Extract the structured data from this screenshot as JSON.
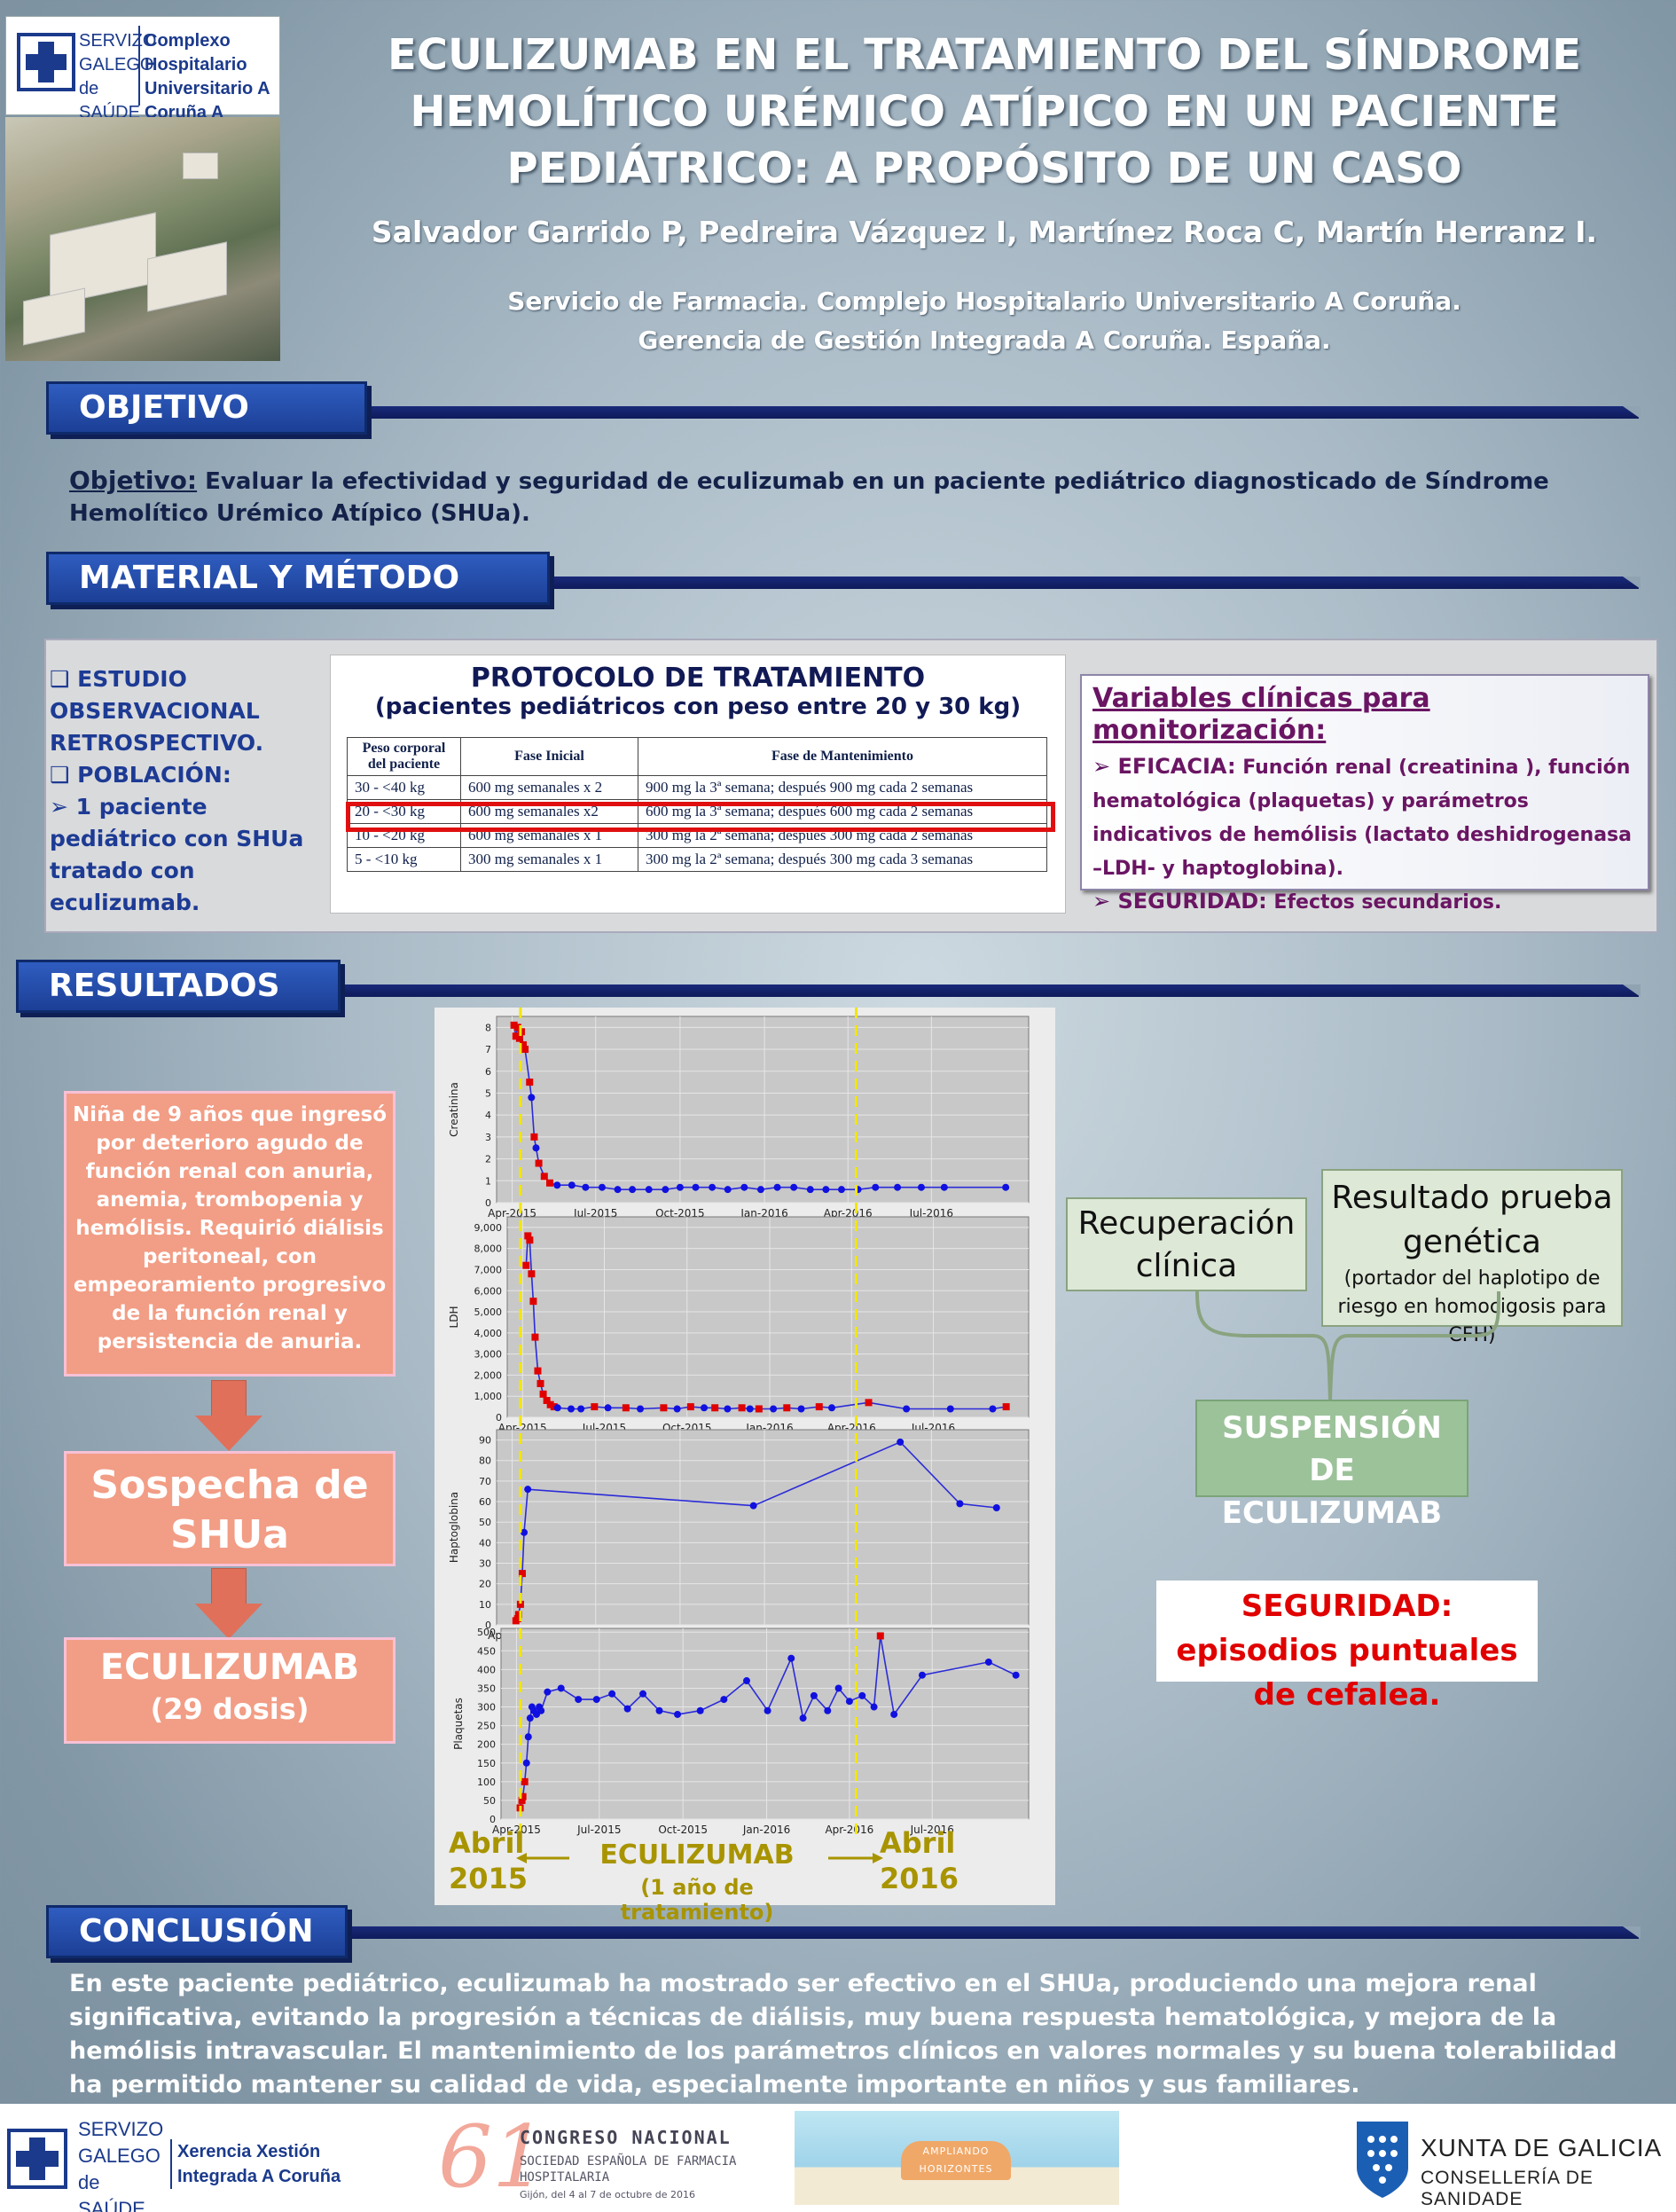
{
  "header": {
    "logo_left": "SERVIZO GALEGO de SAÚDE",
    "logo_right": "Complexo Hospitalario Universitario A Coruña A Coruña",
    "title_lines": [
      "ECULIZUMAB EN EL TRATAMIENTO DEL SÍNDROME",
      "HEMOLÍTICO URÉMICO ATÍPICO EN UN PACIENTE",
      "PEDIÁTRICO: A PROPÓSITO DE UN CASO"
    ],
    "authors": "Salvador Garrido P, Pedreira Vázquez I, Martínez Roca C, Martín Herranz I.",
    "affiliation_lines": [
      "Servicio de Farmacia. Complejo Hospitalario Universitario A Coruña.",
      "Gerencia de Gestión Integrada A Coruña. España."
    ]
  },
  "sections": {
    "objetivo": "OBJETIVO",
    "material": "MATERIAL Y MÉTODO",
    "resultados": "RESULTADOS",
    "conclusion": "CONCLUSIÓN"
  },
  "objetivo": {
    "label": "Objetivo:",
    "text": " Evaluar la efectividad y seguridad de eculizumab en un paciente pediátrico diagnosticado de Síndrome Hemolítico Urémico Atípico (SHUa)."
  },
  "material": {
    "left_items": [
      "❑ ESTUDIO OBSERVACIONAL RETROSPECTIVO.",
      "❑ POBLACIÓN:",
      "➢ 1 paciente pediátrico con SHUa tratado con eculizumab."
    ],
    "protocol_title": "PROTOCOLO DE TRATAMIENTO",
    "protocol_sub": "(pacientes pediátricos con peso entre 20 y 30 kg)",
    "protocol_headers": [
      "Peso corporal del paciente",
      "Fase Inicial",
      "Fase de Mantenimiento"
    ],
    "protocol_rows": [
      [
        "30 - <40 kg",
        "600 mg semanales x 2",
        "900 mg la 3ª semana; después 900 mg cada 2 semanas"
      ],
      [
        "20 - <30 kg",
        "600 mg semanales x2",
        "600 mg la 3ª semana; después 600 mg cada 2 semanas"
      ],
      [
        "10 - <20 kg",
        "600 mg semanales x 1",
        "300 mg la 2ª semana; después 300 mg cada 2 semanas"
      ],
      [
        "5 - <10 kg",
        "300 mg semanales x 1",
        "300 mg la 2ª semana; después 300 mg cada 3 semanas"
      ]
    ],
    "vars_title": "Variables clínicas para monitorización:",
    "efficacy_label": "EFICACIA:",
    "efficacy_text": " Función renal (creatinina ), función hematológica (plaquetas) y parámetros indicativos de hemólisis (lactato deshidrogenasa –LDH- y haptoglobina).",
    "safety_label": "SEGURIDAD:",
    "safety_text": " Efectos secundarios."
  },
  "results": {
    "case_text": "Niña de 9 años que ingresó por deterioro agudo de función renal con anuria, anemia, trombopenia y hemólisis. Requirió diálisis peritoneal, con empeoramiento progresivo de la función renal y persistencia de anuria.",
    "sospecha": "Sospecha de SHUa",
    "eculizumab": "ECULIZUMAB",
    "doses": "(29 dosis)",
    "recuperacion": "Recuperación clínica",
    "genetic_title": "Resultado prueba genética",
    "genetic_sub": "(portador del haplotipo de riesgo en homocigosis para CFH)",
    "suspension": "SUSPENSIÓN DE ECULIZUMAB",
    "seguridad": "SEGURIDAD: episodios puntuales de cefalea.",
    "timeline_start": "Abril 2015",
    "timeline_end": "Abril 2016",
    "timeline_label": "ECULIZUMAB",
    "timeline_sub": "(1 año de tratamiento)"
  },
  "conclusion": "En este paciente pediátrico, eculizumab ha mostrado ser efectivo en el SHUa, produciendo una mejora renal significativa, evitando la progresión a técnicas de diálisis, muy buena respuesta hematológica, y mejora de la hemólisis intravascular. El mantenimiento de los parámetros clínicos en valores normales y su buena tolerabilidad ha permitido mantener su calidad de vida, especialmente importante en niños y sus familiares.",
  "footer": {
    "sergas": "SERVIZO GALEGO de SAÚDE",
    "xerencia": "Xerencia Xestión Integrada A Coruña",
    "congress_num": "61",
    "congress_title": "CONGRESO NACIONAL",
    "congress_sub": "SOCIEDAD ESPAÑOLA DE FARMACIA HOSPITALARIA",
    "congress_date": "Gijón, del 4 al 7 de octubre de 2016",
    "ampliando": "AMPLIANDO HORIZONTES",
    "xunta": "XUNTA DE GALICIA",
    "conselleria": "CONSELLERÍA DE SANIDADE"
  },
  "chart_data": [
    {
      "type": "line",
      "ylabel": "Creatinina",
      "ylim": [
        0,
        8.5
      ],
      "yticks": [
        0,
        1,
        2,
        3,
        4,
        5,
        6,
        7,
        8
      ],
      "xticks": [
        "Apr-2015",
        "Jul-2015",
        "Oct-2015",
        "Jan-2016",
        "Apr-2016",
        "Jul-2016"
      ],
      "series": [
        {
          "color": "#e00000",
          "marker": "square",
          "points": [
            [
              "2015-04-03",
              8.1
            ],
            [
              "2015-04-05",
              7.6
            ],
            [
              "2015-04-07",
              8.0
            ],
            [
              "2015-04-09",
              7.5
            ],
            [
              "2015-04-11",
              7.8
            ],
            [
              "2015-04-13",
              7.2
            ],
            [
              "2015-04-15",
              7.0
            ],
            [
              "2015-04-20",
              5.5
            ],
            [
              "2015-04-25",
              3.0
            ],
            [
              "2015-04-30",
              1.8
            ],
            [
              "2015-05-06",
              1.2
            ],
            [
              "2015-05-12",
              0.9
            ]
          ]
        },
        {
          "color": "#1010e0",
          "marker": "circle",
          "points": [
            [
              "2015-04-22",
              4.8
            ],
            [
              "2015-04-27",
              2.5
            ],
            [
              "2015-05-20",
              0.8
            ],
            [
              "2015-06-05",
              0.8
            ],
            [
              "2015-06-20",
              0.7
            ],
            [
              "2015-07-08",
              0.7
            ],
            [
              "2015-07-25",
              0.6
            ],
            [
              "2015-08-10",
              0.6
            ],
            [
              "2015-08-28",
              0.6
            ],
            [
              "2015-09-15",
              0.6
            ],
            [
              "2015-10-01",
              0.7
            ],
            [
              "2015-10-18",
              0.7
            ],
            [
              "2015-11-05",
              0.7
            ],
            [
              "2015-11-22",
              0.6
            ],
            [
              "2015-12-10",
              0.7
            ],
            [
              "2015-12-28",
              0.6
            ],
            [
              "2016-01-15",
              0.7
            ],
            [
              "2016-02-02",
              0.7
            ],
            [
              "2016-02-20",
              0.6
            ],
            [
              "2016-03-08",
              0.6
            ],
            [
              "2016-03-25",
              0.6
            ],
            [
              "2016-04-12",
              0.6
            ],
            [
              "2016-05-01",
              0.7
            ],
            [
              "2016-05-25",
              0.7
            ],
            [
              "2016-06-20",
              0.7
            ],
            [
              "2016-07-15",
              0.7
            ],
            [
              "2016-09-20",
              0.7
            ]
          ]
        }
      ]
    },
    {
      "type": "line",
      "ylabel": "LDH",
      "ylim": [
        0,
        9500
      ],
      "yticks": [
        0,
        1000,
        2000,
        3000,
        4000,
        5000,
        6000,
        7000,
        8000,
        9000
      ],
      "yticklabels": [
        "0",
        "1,000",
        "2,000",
        "3,000",
        "4,000",
        "5,000",
        "6,000",
        "7,000",
        "8,000",
        "9,000"
      ],
      "xticks": [
        "Apr-2015",
        "Jul-2015",
        "Oct-2015",
        "Jan-2016",
        "Apr-2016",
        "Jul-2016"
      ],
      "series": [
        {
          "color": "#e00000",
          "marker": "square",
          "points": [
            [
              "2015-04-05",
              7200
            ],
            [
              "2015-04-07",
              8600
            ],
            [
              "2015-04-09",
              8400
            ],
            [
              "2015-04-11",
              6800
            ],
            [
              "2015-04-13",
              5500
            ],
            [
              "2015-04-15",
              3800
            ],
            [
              "2015-04-18",
              2200
            ],
            [
              "2015-04-21",
              1600
            ],
            [
              "2015-04-24",
              1100
            ],
            [
              "2015-04-28",
              800
            ],
            [
              "2015-05-02",
              600
            ],
            [
              "2015-05-06",
              500
            ],
            [
              "2015-06-20",
              500
            ],
            [
              "2015-07-25",
              450
            ],
            [
              "2015-09-05",
              450
            ],
            [
              "2015-10-05",
              500
            ],
            [
              "2015-11-01",
              450
            ],
            [
              "2015-12-01",
              450
            ],
            [
              "2015-12-20",
              400
            ],
            [
              "2016-01-20",
              450
            ],
            [
              "2016-02-25",
              500
            ],
            [
              "2016-04-20",
              700
            ],
            [
              "2016-09-20",
              500
            ]
          ]
        },
        {
          "color": "#1010e0",
          "marker": "circle",
          "points": [
            [
              "2015-05-10",
              450
            ],
            [
              "2015-05-25",
              400
            ],
            [
              "2015-06-05",
              400
            ],
            [
              "2015-07-05",
              450
            ],
            [
              "2015-08-10",
              400
            ],
            [
              "2015-09-20",
              400
            ],
            [
              "2015-10-20",
              450
            ],
            [
              "2015-11-15",
              400
            ],
            [
              "2015-12-10",
              400
            ],
            [
              "2016-01-05",
              400
            ],
            [
              "2016-02-05",
              400
            ],
            [
              "2016-03-10",
              450
            ],
            [
              "2016-06-01",
              400
            ],
            [
              "2016-07-20",
              400
            ],
            [
              "2016-09-05",
              400
            ]
          ]
        }
      ]
    },
    {
      "type": "line",
      "ylabel": "Haptoglobina",
      "ylim": [
        0,
        95
      ],
      "yticks": [
        0,
        10,
        20,
        30,
        40,
        50,
        60,
        70,
        80,
        90
      ],
      "xticks": [
        "Apr-2015",
        "Jul-2015",
        "Oct-2015",
        "Jan-2016",
        "Apr-2016",
        "Jul-2016"
      ],
      "series": [
        {
          "color": "#e00000",
          "marker": "square",
          "points": [
            [
              "2015-04-05",
              2
            ],
            [
              "2015-04-07",
              3
            ],
            [
              "2015-04-08",
              5
            ],
            [
              "2015-04-10",
              10
            ],
            [
              "2015-04-12",
              25
            ]
          ]
        },
        {
          "color": "#1010e0",
          "marker": "circle",
          "points": [
            [
              "2015-04-14",
              45
            ],
            [
              "2015-04-18",
              66
            ],
            [
              "2015-12-20",
              58
            ],
            [
              "2016-05-28",
              89
            ],
            [
              "2016-08-01",
              59
            ],
            [
              "2016-09-10",
              57
            ]
          ]
        }
      ]
    },
    {
      "type": "line",
      "ylabel": "Plaquetas",
      "ylim": [
        0,
        510
      ],
      "yticks": [
        0,
        50,
        100,
        150,
        200,
        250,
        300,
        350,
        400,
        450,
        500
      ],
      "xticks": [
        "Apr-2015",
        "Jul-2015",
        "Oct-2015",
        "Jan-2016",
        "Apr-2016",
        "Jul-2016"
      ],
      "series": [
        {
          "color": "#e00000",
          "marker": "square",
          "points": [
            [
              "2015-04-05",
              30
            ],
            [
              "2015-04-07",
              50
            ],
            [
              "2015-04-08",
              60
            ],
            [
              "2015-04-10",
              100
            ],
            [
              "2016-05-05",
              490
            ]
          ]
        },
        {
          "color": "#1010e0",
          "marker": "circle",
          "points": [
            [
              "2015-04-12",
              150
            ],
            [
              "2015-04-14",
              220
            ],
            [
              "2015-04-16",
              270
            ],
            [
              "2015-04-18",
              300
            ],
            [
              "2015-04-20",
              290
            ],
            [
              "2015-04-23",
              280
            ],
            [
              "2015-04-26",
              300
            ],
            [
              "2015-04-28",
              290
            ],
            [
              "2015-05-05",
              340
            ],
            [
              "2015-05-20",
              350
            ],
            [
              "2015-06-08",
              320
            ],
            [
              "2015-06-28",
              320
            ],
            [
              "2015-07-15",
              335
            ],
            [
              "2015-08-01",
              295
            ],
            [
              "2015-08-18",
              335
            ],
            [
              "2015-09-05",
              290
            ],
            [
              "2015-09-25",
              280
            ],
            [
              "2015-10-20",
              290
            ],
            [
              "2015-11-15",
              320
            ],
            [
              "2015-12-10",
              370
            ],
            [
              "2016-01-02",
              290
            ],
            [
              "2016-01-28",
              430
            ],
            [
              "2016-02-10",
              270
            ],
            [
              "2016-02-22",
              330
            ],
            [
              "2016-03-08",
              290
            ],
            [
              "2016-03-20",
              350
            ],
            [
              "2016-04-01",
              315
            ],
            [
              "2016-04-15",
              330
            ],
            [
              "2016-04-28",
              300
            ],
            [
              "2016-05-20",
              280
            ],
            [
              "2016-06-20",
              385
            ],
            [
              "2016-09-01",
              420
            ],
            [
              "2016-10-01",
              385
            ]
          ]
        }
      ]
    }
  ]
}
